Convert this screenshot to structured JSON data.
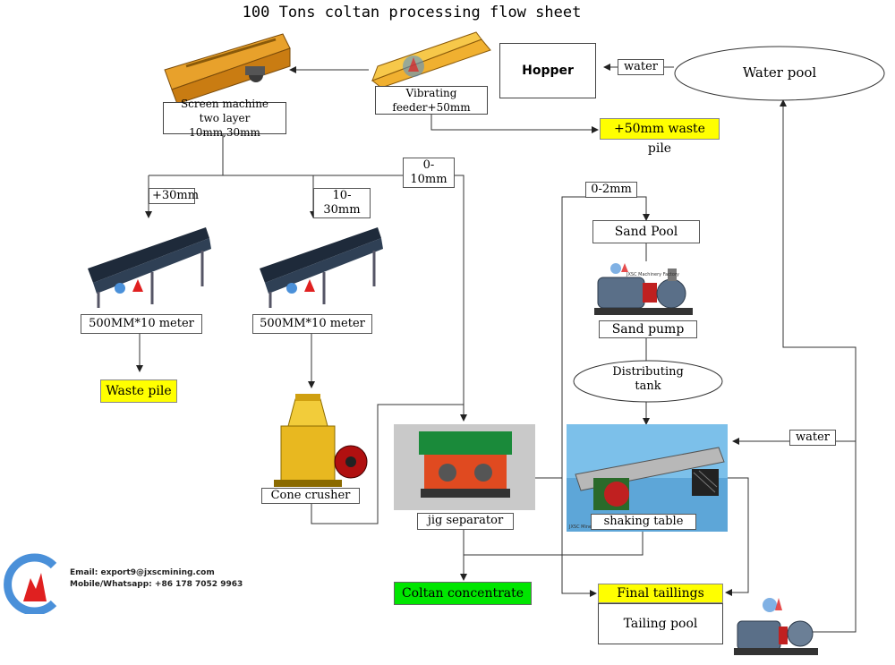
{
  "title": "100 Tons coltan processing flow sheet",
  "nodes": {
    "hopper": "Hopper",
    "water_pool": "Water pool",
    "vibrating_feeder": "Vibrating\nfeeder+50mm",
    "screen_machine": "Screen machine\ntwo layer 10mm,30mm",
    "waste_50": "+50mm waste pile",
    "conveyor_1": "500MM*10 meter",
    "conveyor_2": "500MM*10 meter",
    "waste_pile": "Waste pile",
    "cone_crusher": "Cone crusher",
    "jig_separator": "jig separator",
    "sand_pool": "Sand Pool",
    "sand_pump": "Sand pump",
    "distributing_tank": "Distributing\ntank",
    "shaking_table": "shaking table",
    "coltan_concentrate": "Coltan concentrate",
    "final_tailings": "Final taillings",
    "tailing_pool": "Tailing pool"
  },
  "edge_labels": {
    "water_top": "water",
    "size_0_10": "0-10mm",
    "size_30": "+30mm",
    "size_10_30": "10-30mm",
    "size_0_2": "0-2mm",
    "water_right": "water"
  },
  "contact": {
    "email": "Email: export9@jxscmining.com",
    "phone": "Mobile/Whatsapp: +86 178 7052 9963"
  },
  "watermark": {
    "factory": "JXSC Machinery Factory",
    "mine": "JXSC Mine"
  },
  "colors": {
    "highlight_yellow": "#ffff00",
    "highlight_green": "#00e600",
    "logo_blue": "#4a90d9",
    "logo_red": "#e02020"
  }
}
